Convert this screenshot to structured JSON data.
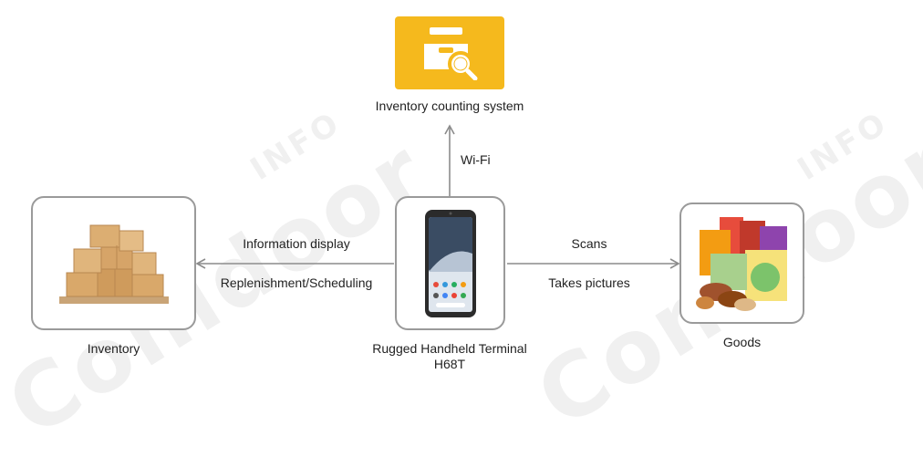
{
  "watermark": {
    "brand": "Conidoor",
    "suffix": "INFO"
  },
  "nodes": {
    "system": {
      "label": "Inventory counting system",
      "icon": "box-search-icon"
    },
    "terminal": {
      "label_line1": "Rugged Handheld Terminal",
      "label_line2": "H68T",
      "icon": "handheld-terminal-image"
    },
    "inventory": {
      "label": "Inventory",
      "icon": "cardboard-boxes-image"
    },
    "goods": {
      "label": "Goods",
      "icon": "snack-packages-image"
    }
  },
  "edges": {
    "to_system": {
      "label": "Wi-Fi"
    },
    "to_inventory": {
      "label_top": "Information display",
      "label_bottom": "Replenishment/Scheduling"
    },
    "to_goods": {
      "label_top": "Scans",
      "label_bottom": "Takes pictures"
    }
  },
  "colors": {
    "accent": "#f5b91d",
    "border": "#9a9a9a",
    "arrow": "#8c8c8c"
  }
}
